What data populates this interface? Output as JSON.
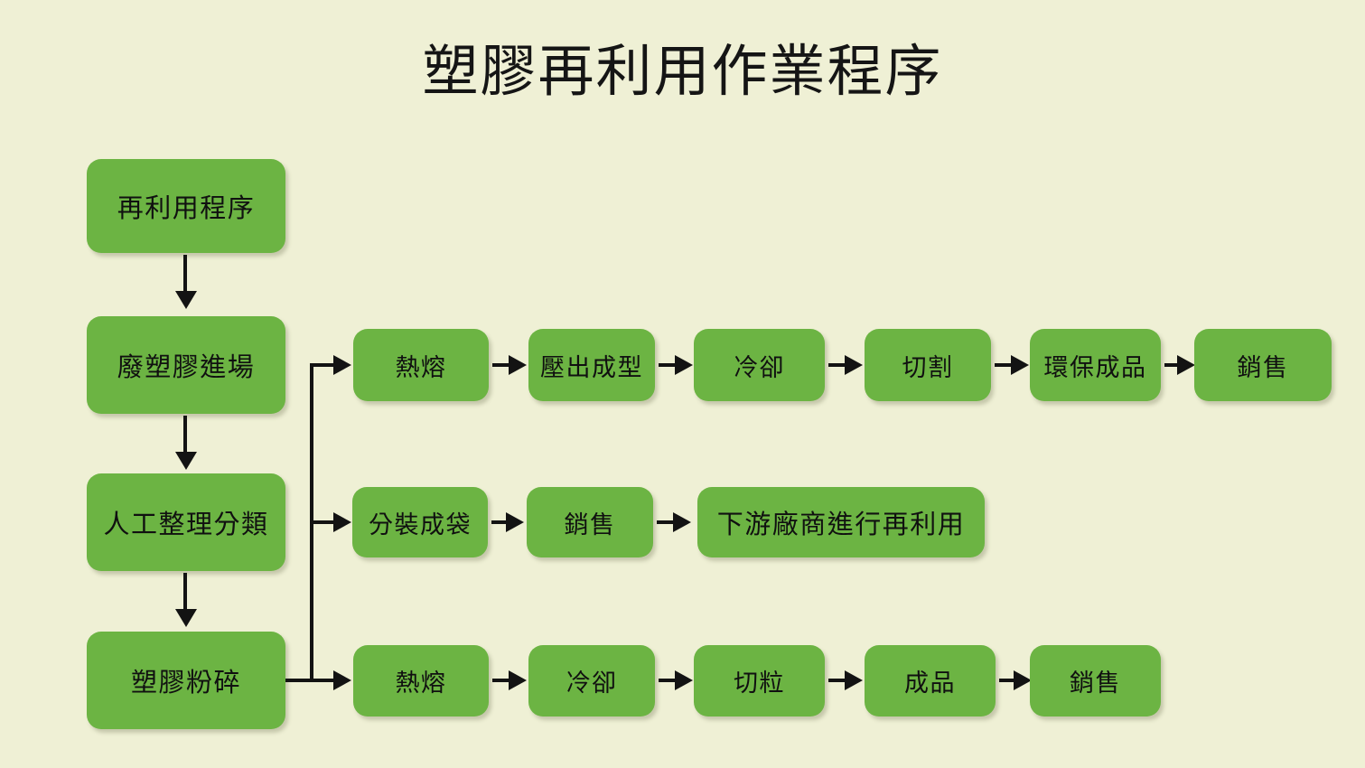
{
  "page": {
    "title": "塑膠再利用作業程序",
    "background_color": "#eff0d5",
    "node_color": "#6cb443",
    "text_color": "#101010",
    "connector_color": "#131313"
  },
  "chart_data": {
    "type": "diagram",
    "title": "塑膠再利用作業程序",
    "nodes": [
      {
        "id": "n1",
        "label": "再利用程序",
        "column": "main",
        "row": 0
      },
      {
        "id": "n2",
        "label": "廢塑膠進場",
        "column": "main",
        "row": 1
      },
      {
        "id": "n3",
        "label": "人工整理分類",
        "column": "main",
        "row": 2
      },
      {
        "id": "n4",
        "label": "塑膠粉碎",
        "column": "main",
        "row": 3
      },
      {
        "id": "a1",
        "label": "熱熔",
        "column": "branch-a",
        "row": 0
      },
      {
        "id": "a2",
        "label": "壓出成型",
        "column": "branch-a",
        "row": 0
      },
      {
        "id": "a3",
        "label": "冷卻",
        "column": "branch-a",
        "row": 0
      },
      {
        "id": "a4",
        "label": "切割",
        "column": "branch-a",
        "row": 0
      },
      {
        "id": "a5",
        "label": "環保成品",
        "column": "branch-a",
        "row": 0
      },
      {
        "id": "a6",
        "label": "銷售",
        "column": "branch-a",
        "row": 0
      },
      {
        "id": "b1",
        "label": "分裝成袋",
        "column": "branch-b",
        "row": 1
      },
      {
        "id": "b2",
        "label": "銷售",
        "column": "branch-b",
        "row": 1
      },
      {
        "id": "b3",
        "label": "下游廠商進行再利用",
        "column": "branch-b",
        "row": 1
      },
      {
        "id": "c1",
        "label": "熱熔",
        "column": "branch-c",
        "row": 2
      },
      {
        "id": "c2",
        "label": "冷卻",
        "column": "branch-c",
        "row": 2
      },
      {
        "id": "c3",
        "label": "切粒",
        "column": "branch-c",
        "row": 2
      },
      {
        "id": "c4",
        "label": "成品",
        "column": "branch-c",
        "row": 2
      },
      {
        "id": "c5",
        "label": "銷售",
        "column": "branch-c",
        "row": 2
      }
    ],
    "edges": [
      {
        "from": "n1",
        "to": "n2",
        "direction": "down"
      },
      {
        "from": "n2",
        "to": "n3",
        "direction": "down"
      },
      {
        "from": "n3",
        "to": "n4",
        "direction": "down"
      },
      {
        "from": "n4",
        "to": "a1",
        "direction": "right-branch"
      },
      {
        "from": "n4",
        "to": "b1",
        "direction": "right-branch"
      },
      {
        "from": "n4",
        "to": "c1",
        "direction": "right-branch"
      },
      {
        "from": "a1",
        "to": "a2",
        "direction": "right"
      },
      {
        "from": "a2",
        "to": "a3",
        "direction": "right"
      },
      {
        "from": "a3",
        "to": "a4",
        "direction": "right"
      },
      {
        "from": "a4",
        "to": "a5",
        "direction": "right"
      },
      {
        "from": "a5",
        "to": "a6",
        "direction": "right"
      },
      {
        "from": "b1",
        "to": "b2",
        "direction": "right"
      },
      {
        "from": "b2",
        "to": "b3",
        "direction": "right"
      },
      {
        "from": "c1",
        "to": "c2",
        "direction": "right"
      },
      {
        "from": "c2",
        "to": "c3",
        "direction": "right"
      },
      {
        "from": "c3",
        "to": "c4",
        "direction": "right"
      },
      {
        "from": "c4",
        "to": "c5",
        "direction": "right"
      }
    ]
  },
  "main_column": {
    "step_1": "再利用程序",
    "step_2": "廢塑膠進場",
    "step_3": "人工整理分類",
    "step_4": "塑膠粉碎"
  },
  "branch_top": {
    "step_1": "熱熔",
    "step_2": "壓出成型",
    "step_3": "冷卻",
    "step_4": "切割",
    "step_5": "環保成品",
    "step_6": "銷售"
  },
  "branch_middle": {
    "step_1": "分裝成袋",
    "step_2": "銷售",
    "step_3": "下游廠商進行再利用"
  },
  "branch_bottom": {
    "step_1": "熱熔",
    "step_2": "冷卻",
    "step_3": "切粒",
    "step_4": "成品",
    "step_5": "銷售"
  }
}
